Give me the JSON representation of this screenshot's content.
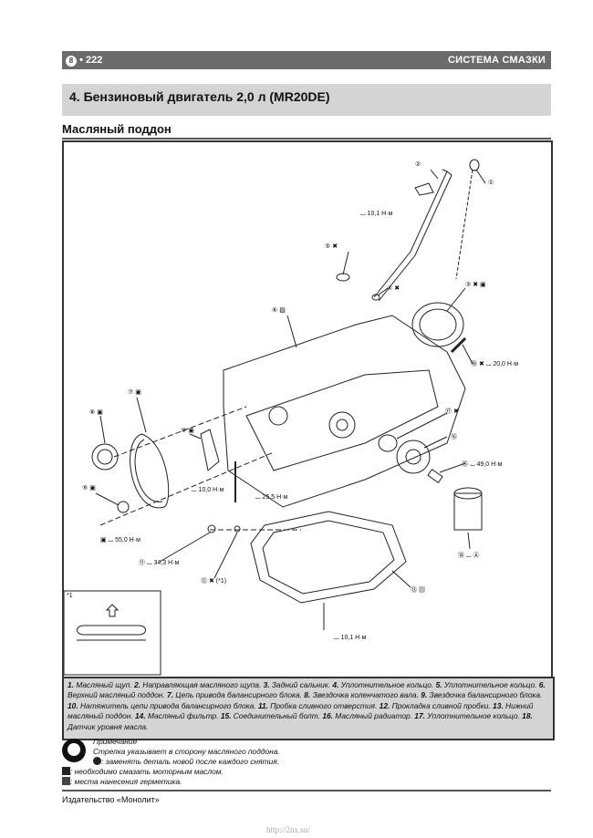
{
  "header": {
    "chapter": "8",
    "page_number": "• 222",
    "section": "СИСТЕМА СМАЗКИ"
  },
  "title": "4.  Бензиновый двигатель 2,0 л (MR20DE)",
  "subtitle": "Масляный поддон",
  "figure": {
    "callouts": [
      {
        "num": "1",
        "symbols": []
      },
      {
        "num": "2",
        "symbols": [],
        "torque": "10,1 Н·м"
      },
      {
        "num": "3",
        "symbols": [
          "replace-icon",
          "oil-icon"
        ]
      },
      {
        "num": "4",
        "symbols": [
          "replace-icon"
        ]
      },
      {
        "num": "5",
        "symbols": [
          "replace-icon"
        ]
      },
      {
        "num": "6",
        "symbols": [
          "sealant-icon"
        ]
      },
      {
        "num": "7",
        "symbols": [
          "oil-icon"
        ]
      },
      {
        "num": "8",
        "symbols": [
          "oil-icon"
        ]
      },
      {
        "num": "9",
        "symbols": [
          "oil-icon"
        ]
      },
      {
        "num": "10",
        "symbols": [
          "oil-icon"
        ]
      },
      {
        "num": "11",
        "symbols": [
          "torque-icon"
        ],
        "torque": "34,3 Н·м"
      },
      {
        "num": "12",
        "symbols": [
          "replace-icon"
        ],
        "note": "(*1)"
      },
      {
        "num": "13",
        "symbols": [
          "sealant-icon"
        ]
      },
      {
        "num": "14",
        "symbols": [
          "torque-icon"
        ],
        "letter": "A"
      },
      {
        "num": "15",
        "symbols": [
          "torque-icon"
        ],
        "torque": "49,0 Н·м"
      },
      {
        "num": "16",
        "symbols": []
      },
      {
        "num": "17",
        "symbols": [
          "replace-icon"
        ]
      },
      {
        "num": "18",
        "symbols": [
          "replace-icon",
          "torque-icon"
        ],
        "torque": "20,0 Н·м"
      }
    ],
    "torques": {
      "bracket": "10,1 Н·м",
      "tensioner_bolt": "10,0 Н·м",
      "long_bolt": "25,5 Н·м",
      "balancer_bolt": "55,0 Н·м",
      "pan_bolt": "10,1 Н·м"
    },
    "inset_label": "*1"
  },
  "caption": [
    {
      "n": "1.",
      "t": " Масляный щуп. "
    },
    {
      "n": "2.",
      "t": " Направляющая масляного щупа. "
    },
    {
      "n": "3.",
      "t": " Задний сальник. "
    },
    {
      "n": "4.",
      "t": " Уплотнительное кольцо. "
    },
    {
      "n": "5.",
      "t": " Уплотнительное кольцо. "
    },
    {
      "n": "6.",
      "t": " Верхний масляный поддон. "
    },
    {
      "n": "7.",
      "t": " Цепь привода балансирного блока. "
    },
    {
      "n": "8.",
      "t": " Звездочка коленчатого вала. "
    },
    {
      "n": "9.",
      "t": " Звездочка балансирного блока. "
    },
    {
      "n": "10.",
      "t": " Натяжитель цепи привода балансирного блока. "
    },
    {
      "n": "11.",
      "t": " Пробка сливного отверстия. "
    },
    {
      "n": "12.",
      "t": " Прокладка сливной пробки. "
    },
    {
      "n": "13.",
      "t": " Нижний масляный поддон. "
    },
    {
      "n": "14.",
      "t": " Масляный фильтр. "
    },
    {
      "n": "15.",
      "t": " Соединительный болт. "
    },
    {
      "n": "16.",
      "t": " Масляный радиатор. "
    },
    {
      "n": "17.",
      "t": " Уплотнительное кольцо. "
    },
    {
      "n": "18.",
      "t": " Датчик уровня масла."
    }
  ],
  "note": {
    "heading": "Примечание",
    "line1": "Стрелка указывает в сторону масляного поддона.",
    "line2": ": заменять деталь новой после каждого снятия.",
    "line3": ": необходимо смазать моторным маслом.",
    "line4": ": места нанесения герметика."
  },
  "footer": {
    "publisher": "Издательство «Монолит»",
    "url": "http://2nx.su/"
  }
}
